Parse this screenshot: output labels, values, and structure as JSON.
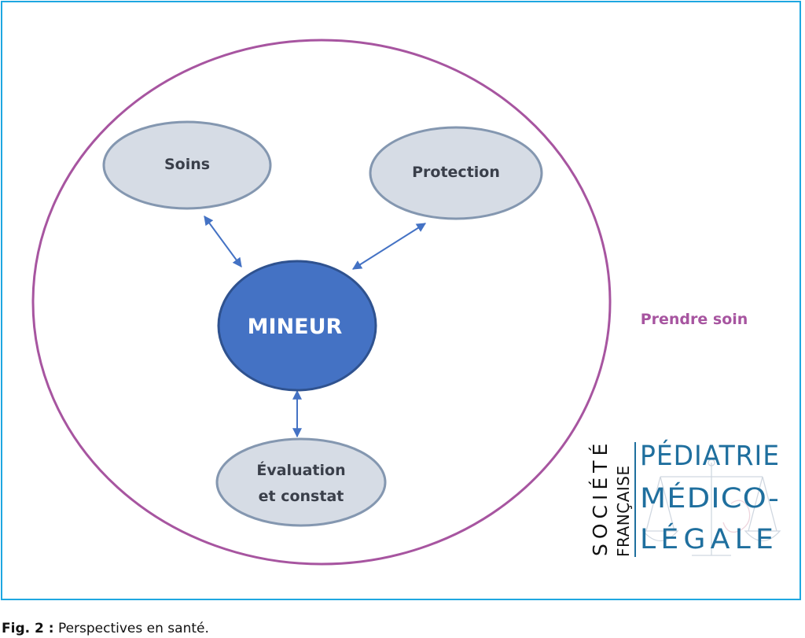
{
  "diagram": {
    "outer_label": "Prendre soin",
    "center": "MINEUR",
    "nodes": {
      "soins": "Soins",
      "protection": "Protection",
      "evaluation_line1": "Évaluation",
      "evaluation_line2": "et constat"
    }
  },
  "logo": {
    "line_societe": "SOCIÉTÉ",
    "line_francaise": "FRANÇAISE",
    "line1": "PÉDIATRIE",
    "line2": "MÉDICO-",
    "line3": "LÉGALE"
  },
  "caption": {
    "fig": "Fig. 2 :",
    "text": "Perspectives en santé."
  },
  "colors": {
    "frame": "#1ea7e1",
    "outer_circle": "#a755a0",
    "center_fill": "#4472c4",
    "node_fill": "#d6dce5",
    "node_stroke": "#8497b0",
    "arrow": "#4472c4",
    "logo_blue": "#1f6f9e"
  }
}
